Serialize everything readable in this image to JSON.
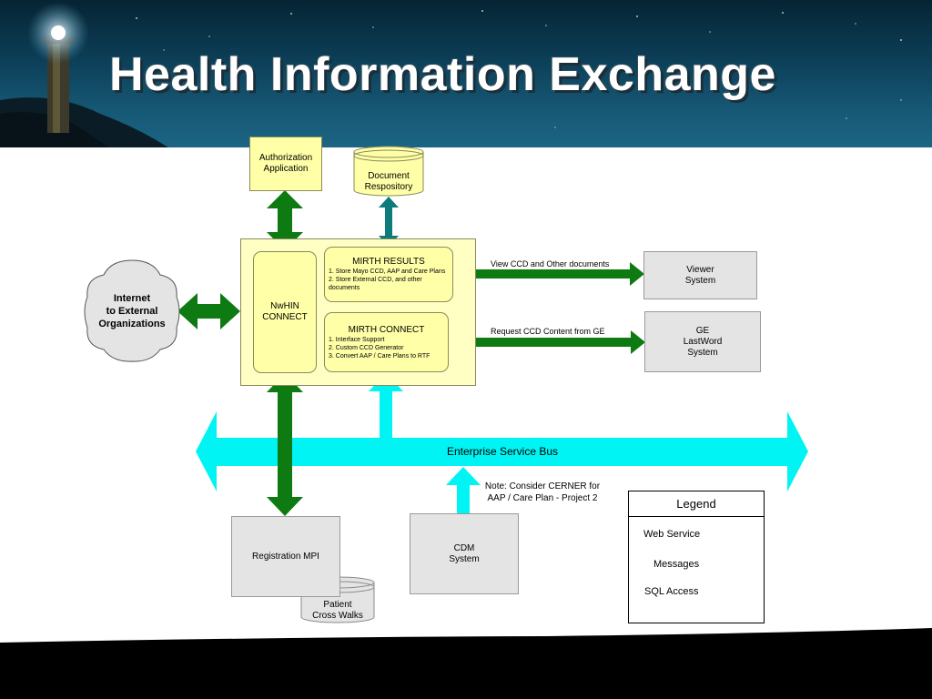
{
  "slide": {
    "title": "Health Information Exchange"
  },
  "nodes": {
    "authorization": [
      "Authorization",
      "Application"
    ],
    "document_repository": [
      "Document",
      "Respository"
    ],
    "nwhin_connect": [
      "NwHIN",
      "CONNECT"
    ],
    "mirth_results": {
      "title": "MIRTH RESULTS",
      "items": [
        "1. Store Mayo CCD, AAP and Care Plans",
        "2. Store External CCD, and other documents"
      ]
    },
    "mirth_connect": {
      "title": "MIRTH CONNECT",
      "items": [
        "1. Interface Support",
        "2. Custom CCD Generator",
        "3. Convert AAP / Care Plans to RTF"
      ]
    },
    "internet": [
      "Internet",
      "to External",
      "Organizations"
    ],
    "viewer_system": [
      "Viewer",
      "System"
    ],
    "ge_lastword": [
      "GE",
      "LastWord",
      "System"
    ],
    "enterprise_service_bus": "Enterprise Service Bus",
    "registration_mpi": "Registration MPI",
    "patient_cross_walks": [
      "Patient",
      "Cross Walks"
    ],
    "cdm_system": [
      "CDM",
      "System"
    ]
  },
  "edges": {
    "view_ccd": "View CCD and Other documents",
    "request_ccd": "Request CCD Content from GE",
    "note": [
      "Note: Consider CERNER for",
      "AAP / Care Plan - Project 2"
    ]
  },
  "legend": {
    "title": "Legend",
    "items": [
      {
        "label": "Web Service",
        "color": "#0e7a12"
      },
      {
        "label": "Messages",
        "color": "#00f4f4"
      },
      {
        "label": "SQL Access",
        "color": "#0d7b7b"
      }
    ]
  },
  "colors": {
    "web_service": "#0e7a12",
    "messages": "#00f4f4",
    "sql_access": "#0d7b7b",
    "yellow_fill": "#ffffa8",
    "gray_fill": "#e4e4e4"
  }
}
